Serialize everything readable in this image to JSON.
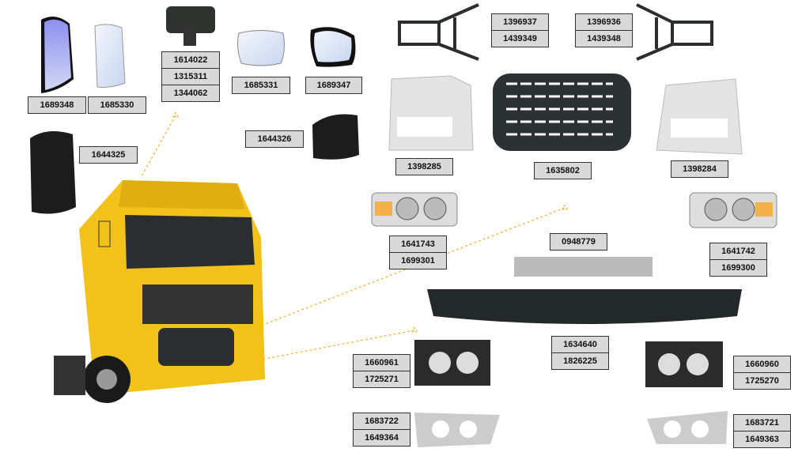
{
  "colors": {
    "label_bg": "#d9d9d9",
    "truck": "#f2c21a",
    "leader": "#f0b43c"
  },
  "parts": {
    "mirror_glass_l": [
      "1689348"
    ],
    "mirror_glass_r": [
      "1685330"
    ],
    "ramp_mirror": [
      "1614022",
      "1315311",
      "1344062"
    ],
    "wide_glass": [
      "1685331"
    ],
    "wide_mirror": [
      "1689347"
    ],
    "mirror_cover_l": [
      "1644325"
    ],
    "mirror_cover_r": [
      "1644326"
    ],
    "bracket_l": [
      "1396937",
      "1439349"
    ],
    "bracket_r": [
      "1396936",
      "1439348"
    ],
    "lamp_housing_l": [
      "1398285"
    ],
    "grille": [
      "1635802"
    ],
    "lamp_housing_r": [
      "1398284"
    ],
    "headlamp_l": [
      "1641743",
      "1699301"
    ],
    "plate": [
      "0948779"
    ],
    "headlamp_r": [
      "1641742",
      "1699300"
    ],
    "bumper": [
      "1634640",
      "1826225"
    ],
    "foglamp_l": [
      "1660961",
      "1725271"
    ],
    "foglamp_r": [
      "1660960",
      "1725270"
    ],
    "fog_bezel_l": [
      "1683722",
      "1649364"
    ],
    "fog_bezel_r": [
      "1683721",
      "1649363"
    ]
  }
}
